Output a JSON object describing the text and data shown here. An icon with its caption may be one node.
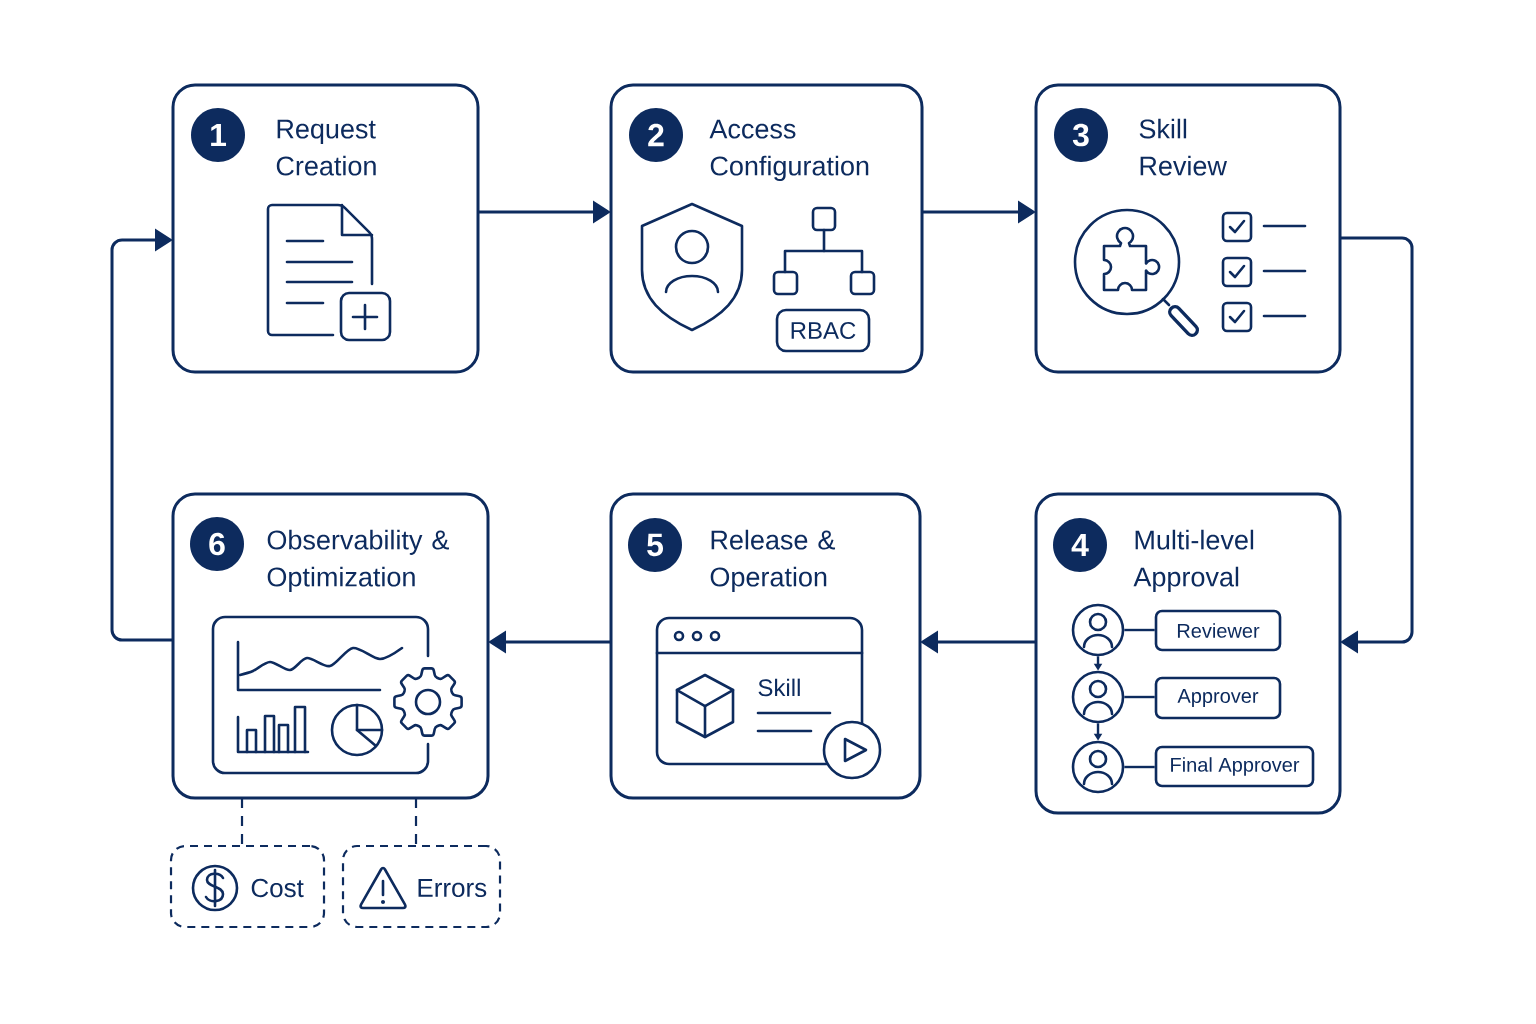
{
  "diagram": {
    "nodes": [
      {
        "text": [
          "Request Creation"
        ]
      },
      {
        "text": [
          "1"
        ],
        "in": 0
      },
      {
        "text": [
          "Access Configuration"
        ]
      },
      {
        "text": [
          "2"
        ],
        "in": 2
      },
      {
        "text": [
          "RBAC"
        ],
        "in": 2
      },
      {
        "text": [
          "Skill Review"
        ]
      },
      {
        "text": [
          "3"
        ],
        "in": 5
      },
      {
        "text": [
          "Observability & Optimization"
        ]
      },
      {
        "text": [
          "6"
        ],
        "in": 7
      },
      {
        "text": [
          "Release & Operation"
        ]
      },
      {
        "text": [
          "5"
        ],
        "in": 9
      },
      {
        "text": [
          "Skill"
        ],
        "in": 9
      },
      {
        "text": [
          "Multi-level Approval"
        ]
      },
      {
        "text": [
          "4"
        ],
        "in": 12
      },
      {
        "text": [],
        "shape": "person",
        "in": 12
      },
      {
        "text": [
          "Reviewer"
        ],
        "in": 12
      },
      {
        "text": [],
        "shape": "person",
        "in": 12
      },
      {
        "text": [
          "Approver"
        ],
        "in": 12
      },
      {
        "text": [],
        "shape": "person",
        "in": 12
      },
      {
        "text": [
          "Final Approver"
        ],
        "in": 12
      },
      {
        "text": [
          "Cost"
        ]
      },
      {
        "text": [
          "Errors"
        ]
      }
    ],
    "edges": [
      {
        "from": 0,
        "to": 2,
        "arrow": "to"
      },
      {
        "from": 2,
        "to": 5,
        "arrow": "to"
      },
      {
        "from": 5,
        "to": 12,
        "arrow": "to"
      },
      {
        "from": 12,
        "to": 9,
        "arrow": "to"
      },
      {
        "from": 9,
        "to": 7,
        "arrow": "to"
      },
      {
        "from": 7,
        "to": 0,
        "arrow": "to"
      },
      {
        "from": 14,
        "to": 15,
        "arrow": "none"
      },
      {
        "from": 14,
        "to": 16,
        "arrow": "to"
      },
      {
        "from": 16,
        "to": 17,
        "arrow": "none"
      },
      {
        "from": 16,
        "to": 18,
        "arrow": "to"
      },
      {
        "from": 18,
        "to": 19,
        "arrow": "none"
      },
      {
        "from": 7,
        "to": 20,
        "arrow": "none",
        "style": "dashed"
      },
      {
        "from": 7,
        "to": 21,
        "arrow": "none",
        "style": "dashed"
      }
    ]
  }
}
